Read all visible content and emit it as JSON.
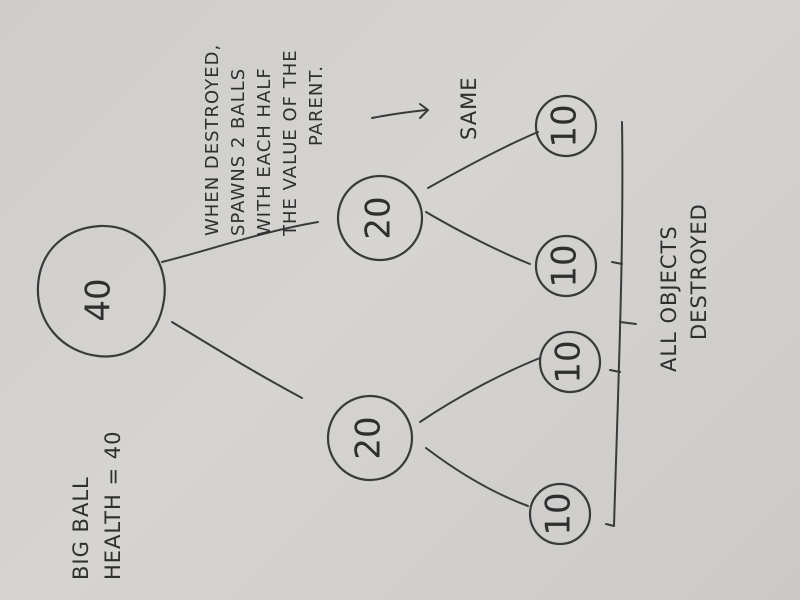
{
  "colors": {
    "paper": "#d2d0cd",
    "ink": "#3a3a3a"
  },
  "diagram": {
    "root": {
      "value": "40"
    },
    "level1": [
      {
        "value": "20"
      },
      {
        "value": "20"
      }
    ],
    "level2": [
      {
        "value": "10"
      },
      {
        "value": "10"
      },
      {
        "value": "10"
      },
      {
        "value": "10"
      }
    ],
    "notes": {
      "big_ball": [
        "BIG BALL",
        "HEALTH = 40"
      ],
      "spawn_rule": [
        "WHEN DESTROYED,",
        "SPAWNS 2 BALLS",
        "WITH EACH HALF",
        "THE VALUE OF THE",
        "PARENT."
      ],
      "same": "SAME",
      "result": [
        "ALL OBJECTS",
        "DESTROYED"
      ]
    }
  }
}
